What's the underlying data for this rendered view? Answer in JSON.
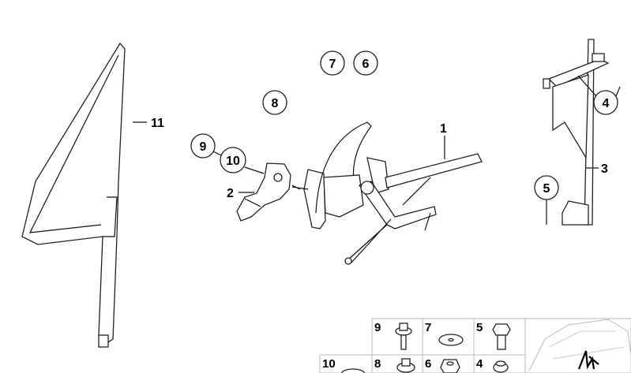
{
  "callouts": {
    "c1": "1",
    "c2": "2",
    "c3": "3",
    "c4": "4",
    "c5": "5",
    "c6": "6",
    "c7": "7",
    "c8": "8",
    "c9": "9",
    "c10": "10",
    "c11": "11"
  },
  "fastener_grid": {
    "cells": [
      {
        "label": "9",
        "part": "collar-bolt"
      },
      {
        "label": "7",
        "part": "washer"
      },
      {
        "label": "5",
        "part": "hex-bolt"
      },
      {
        "label": "10",
        "part": "grommet"
      },
      {
        "label": "8",
        "part": "collar-nut"
      },
      {
        "label": "6",
        "part": "hex-nut"
      },
      {
        "label": "4",
        "part": "clip"
      }
    ],
    "thumbnail": "car-outline-with-signature"
  }
}
